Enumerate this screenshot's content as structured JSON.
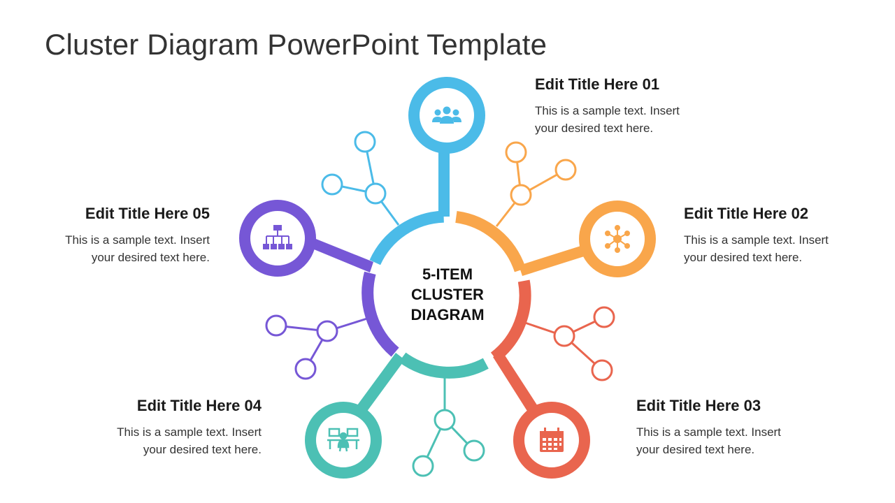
{
  "slide": {
    "title": "Cluster Diagram PowerPoint Template"
  },
  "center": {
    "line1": "5-ITEM",
    "line2": "CLUSTER",
    "line3": "DIAGRAM"
  },
  "items": [
    {
      "id": "01",
      "title": "Edit Title Here 01",
      "desc": "This is a sample text. Insert your desired text here.",
      "color": "#4bbbe8",
      "icon": "users-group-icon"
    },
    {
      "id": "02",
      "title": "Edit Title Here 02",
      "desc": "This is a sample text. Insert your desired text here.",
      "color": "#f9a64b",
      "icon": "network-hub-icon"
    },
    {
      "id": "03",
      "title": "Edit Title Here 03",
      "desc": "This is a sample text. Insert your desired text here.",
      "color": "#e9654e",
      "icon": "calendar-icon"
    },
    {
      "id": "04",
      "title": "Edit Title Here 04",
      "desc": "This is a sample text. Insert your desired text here.",
      "color": "#4cc0b4",
      "icon": "workspace-desks-icon"
    },
    {
      "id": "05",
      "title": "Edit Title Here 05",
      "desc": "This is a sample text. Insert your desired text here.",
      "color": "#7657d6",
      "icon": "org-chart-icon"
    }
  ]
}
